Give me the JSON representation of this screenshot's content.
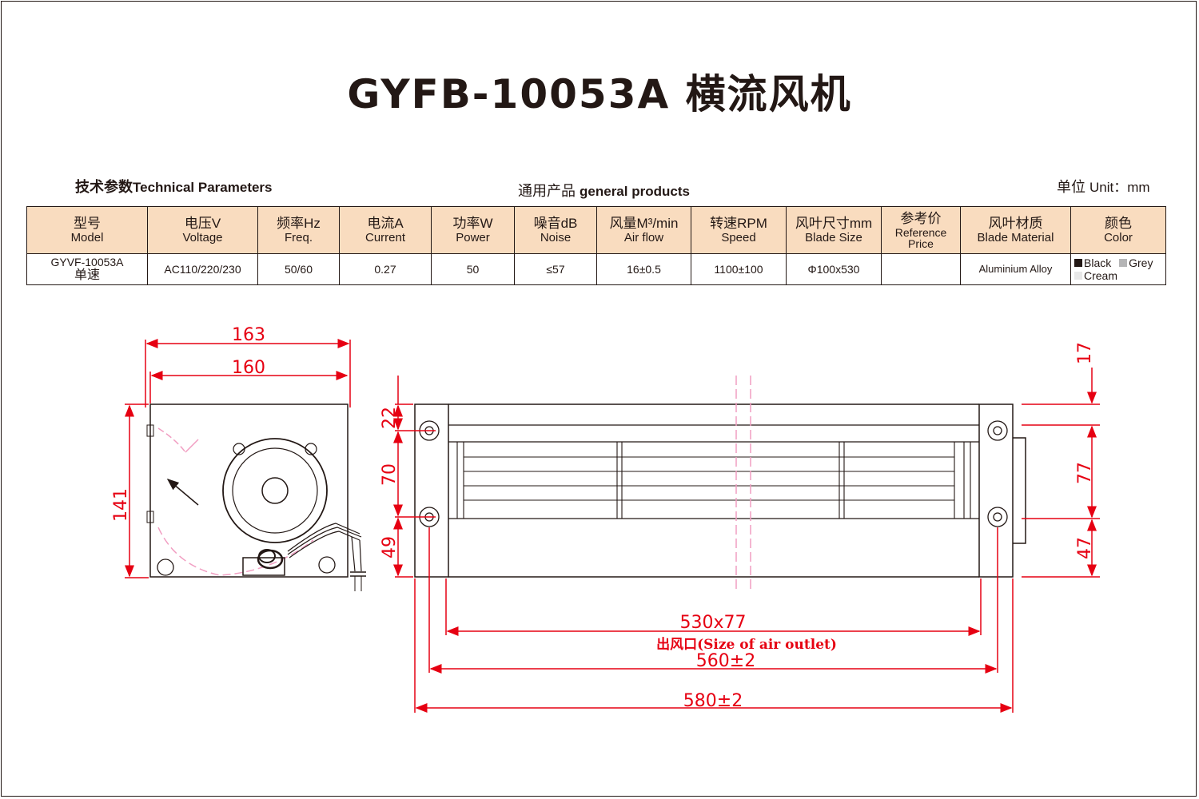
{
  "title": "GYFB-10053A 横流风机",
  "section_tech_cn": "技术参数",
  "section_tech_en": "Technical Parameters",
  "section_general_cn": "通用产品",
  "section_general_en": "general products",
  "unit_cn": "单位",
  "unit_en": "Unit：mm",
  "table": {
    "headers": [
      {
        "cn": "型号",
        "en": "Model"
      },
      {
        "cn": "电压V",
        "en": "Voltage"
      },
      {
        "cn": "频率Hz",
        "en": "Freq."
      },
      {
        "cn": "电流A",
        "en": "Current"
      },
      {
        "cn": "功率W",
        "en": "Power"
      },
      {
        "cn": "噪音dB",
        "en": "Noise"
      },
      {
        "cn": "风量M³/min",
        "en": "Air flow"
      },
      {
        "cn": "转速RPM",
        "en": "Speed"
      },
      {
        "cn": "风叶尺寸mm",
        "en": "Blade Size"
      },
      {
        "cn": "参考价",
        "en": "Reference Price"
      },
      {
        "cn": "风叶材质",
        "en": "Blade Material"
      },
      {
        "cn": "颜色",
        "en": "Color"
      }
    ],
    "row": {
      "model": "GYVF-10053A",
      "model_sub": "单速",
      "voltage": "AC110/220/230",
      "freq": "50/60",
      "current": "0.27",
      "power": "50",
      "noise": "≤57",
      "airflow": "16±0.5",
      "speed": "1100±100",
      "blade_size": "Φ100x530",
      "price": "",
      "material": "Aluminium Alloy",
      "colors": [
        {
          "name": "Black",
          "hex": "#231815"
        },
        {
          "name": "Grey",
          "hex": "#b5b5b6"
        },
        {
          "name": "Cream",
          "hex": "#e8e8e8"
        }
      ]
    }
  },
  "dimensions": {
    "side_outer": "163",
    "side_inner": "160",
    "side_height": "141",
    "front_22": "22",
    "front_70": "70",
    "front_49": "49",
    "right_17": "17",
    "right_77": "77",
    "right_47": "47",
    "outlet": "530x77",
    "outlet_label": "出风口(Size of  air outlet)",
    "length_560": "560±2",
    "length_580": "580±2"
  },
  "colors": {
    "dimension": "#e60012",
    "line": "#231815",
    "header_bg": "#f9dcbf",
    "hidden": "#f19ec2"
  }
}
